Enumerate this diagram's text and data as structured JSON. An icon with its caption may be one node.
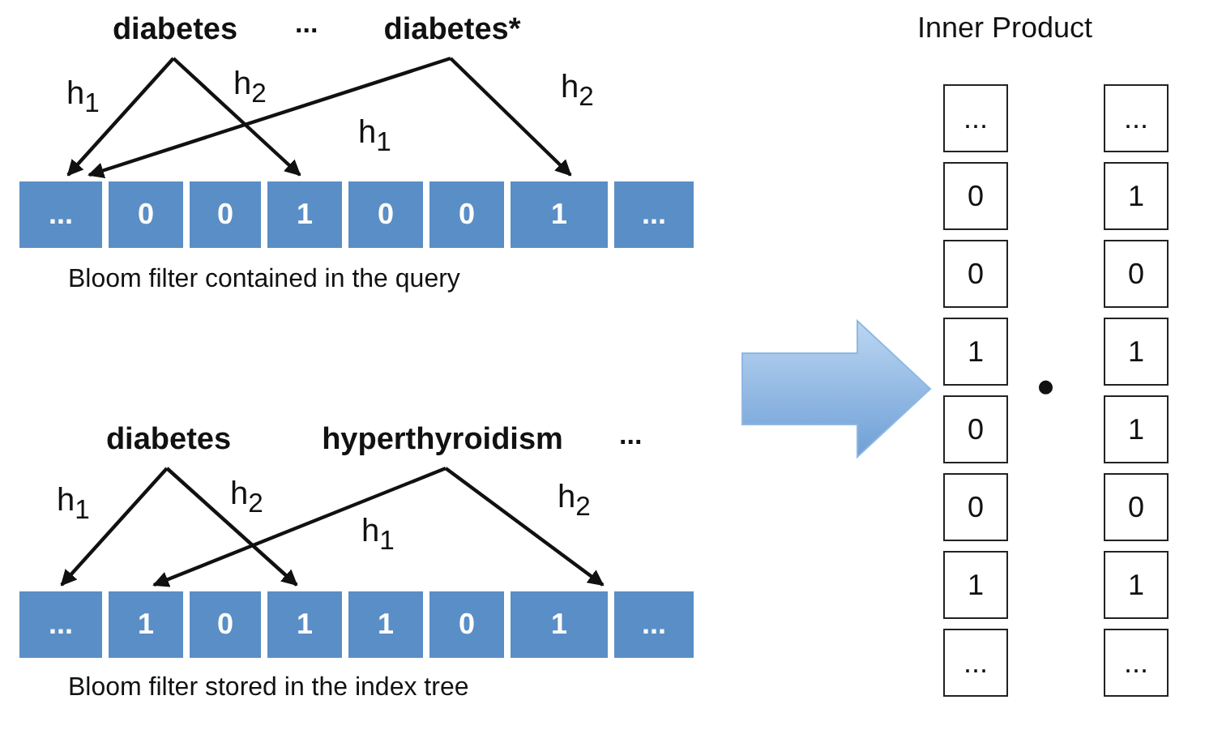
{
  "diagram": {
    "nodes": [
      {
        "text": [
          "diabetes"
        ]
      },
      {
        "text": [
          "diabetes*"
        ]
      },
      {
        "text": [
          "..."
        ]
      },
      {
        "text": [
          "0"
        ]
      },
      {
        "text": [
          "0"
        ]
      },
      {
        "text": [
          "1"
        ]
      },
      {
        "text": [
          "0"
        ]
      },
      {
        "text": [
          "0"
        ]
      },
      {
        "text": [
          "1"
        ]
      },
      {
        "text": [
          "..."
        ]
      },
      {
        "text": [
          "diabetes"
        ]
      },
      {
        "text": [
          "hyperthyroidism"
        ]
      },
      {
        "text": [
          "..."
        ]
      },
      {
        "text": [
          "1"
        ]
      },
      {
        "text": [
          "0"
        ]
      },
      {
        "text": [
          "1"
        ]
      },
      {
        "text": [
          "1"
        ]
      },
      {
        "text": [
          "0"
        ]
      },
      {
        "text": [
          "1"
        ]
      },
      {
        "text": [
          "..."
        ]
      },
      {
        "text": [
          "..."
        ]
      },
      {
        "text": [
          "0"
        ]
      },
      {
        "text": [
          "0"
        ]
      },
      {
        "text": [
          "1"
        ]
      },
      {
        "text": [
          "0"
        ]
      },
      {
        "text": [
          "0"
        ]
      },
      {
        "text": [
          "1"
        ]
      },
      {
        "text": [
          "..."
        ]
      },
      {
        "text": [
          "..."
        ]
      },
      {
        "text": [
          "1"
        ]
      },
      {
        "text": [
          "0"
        ]
      },
      {
        "text": [
          "1"
        ]
      },
      {
        "text": [
          "1"
        ]
      },
      {
        "text": [
          "0"
        ]
      },
      {
        "text": [
          "1"
        ]
      },
      {
        "text": [
          "..."
        ]
      }
    ],
    "edges": [
      {
        "from": 0,
        "to": 2,
        "arrow": "to",
        "label": "h$_{1}$"
      },
      {
        "from": 0,
        "to": 5,
        "arrow": "to",
        "label": "h$_{2}$"
      },
      {
        "from": 1,
        "to": 2,
        "arrow": "to",
        "label": "h$_{1}$"
      },
      {
        "from": 1,
        "to": 8,
        "arrow": "to",
        "label": "h$_{2}$"
      },
      {
        "from": 10,
        "to": 12,
        "arrow": "to",
        "label": "h$_{1}$"
      },
      {
        "from": 10,
        "to": 15,
        "arrow": "to",
        "label": "h$_{2}$"
      },
      {
        "from": 11,
        "to": 13,
        "arrow": "to",
        "label": "h$_{1}$"
      },
      {
        "from": 11,
        "to": 18,
        "arrow": "to",
        "label": "h$_{2}$"
      },
      {
        "from": null,
        "to": 23,
        "arrow": "to",
        "style": "thick",
        "color": "#8fb8e3"
      }
    ],
    "labels": [
      "...",
      "Bloom filter contained in the query",
      "...",
      "Bloom filter stored in the index tree",
      "Inner Product",
      "•"
    ]
  }
}
